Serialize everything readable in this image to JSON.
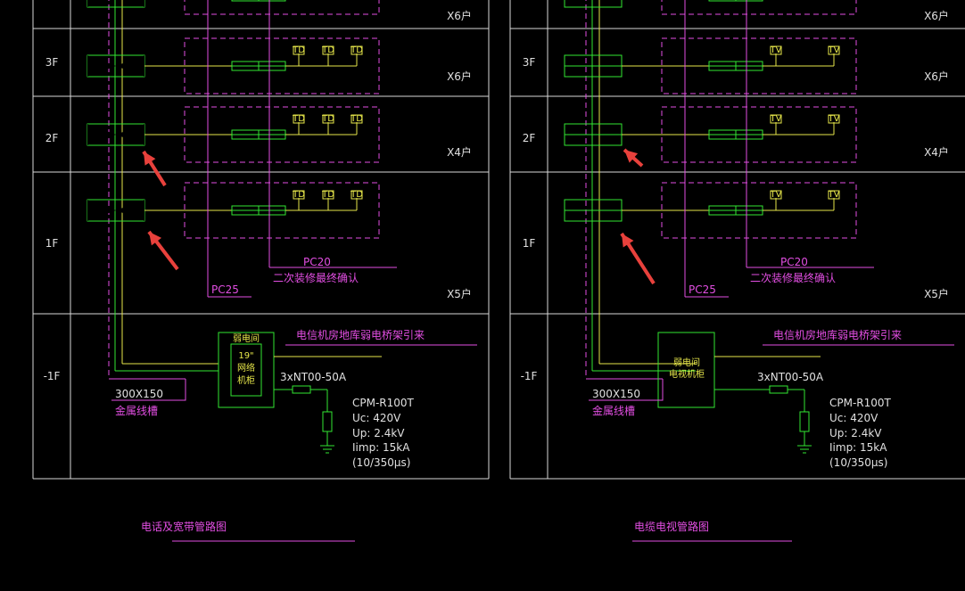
{
  "floors": [
    "3F",
    "2F",
    "1F",
    "-1F"
  ],
  "left": {
    "title": "电话及宽带管路图",
    "households": [
      "X6户",
      "X6户",
      "X4户",
      "X5户"
    ],
    "outlet_label": "TD",
    "pc20": "PC20",
    "pc25": "PC25",
    "secondary_note": "二次装修最终确认",
    "source_note": "电信机房地库弱电桥架引来",
    "cabinet_lines": [
      "弱电间",
      "19\"",
      "网络",
      "机柜"
    ],
    "breaker": "3xNT00-50A",
    "tray_size": "300X150",
    "tray_name": "金属线槽",
    "spd": [
      "CPM-R100T",
      "Uc: 420V",
      "Up: 2.4kV",
      "Iimp: 15kA",
      "(10/350μs)"
    ]
  },
  "right": {
    "title": "电缆电视管路图",
    "households": [
      "X6户",
      "X6户",
      "X4户",
      "X5户"
    ],
    "outlet_label": "TV",
    "pc20": "PC20",
    "pc25": "PC25",
    "secondary_note": "二次装修最终确认",
    "source_note": "电信机房地库弱电桥架引来",
    "cabinet_lines": [
      "弱电间",
      "电视机柜"
    ],
    "breaker": "3xNT00-50A",
    "tray_size": "300X150",
    "tray_name": "金属线槽",
    "spd": [
      "CPM-R100T",
      "Uc: 420V",
      "Up: 2.4kV",
      "Iimp: 15kA",
      "(10/350μs)"
    ]
  },
  "colors": {
    "grid": "#d8d8d8",
    "riser_yellow": "#e6e64a",
    "tray_magenta": "#e24ee2",
    "equipment_green": "#32e632",
    "arrow_red": "#e8413c"
  }
}
